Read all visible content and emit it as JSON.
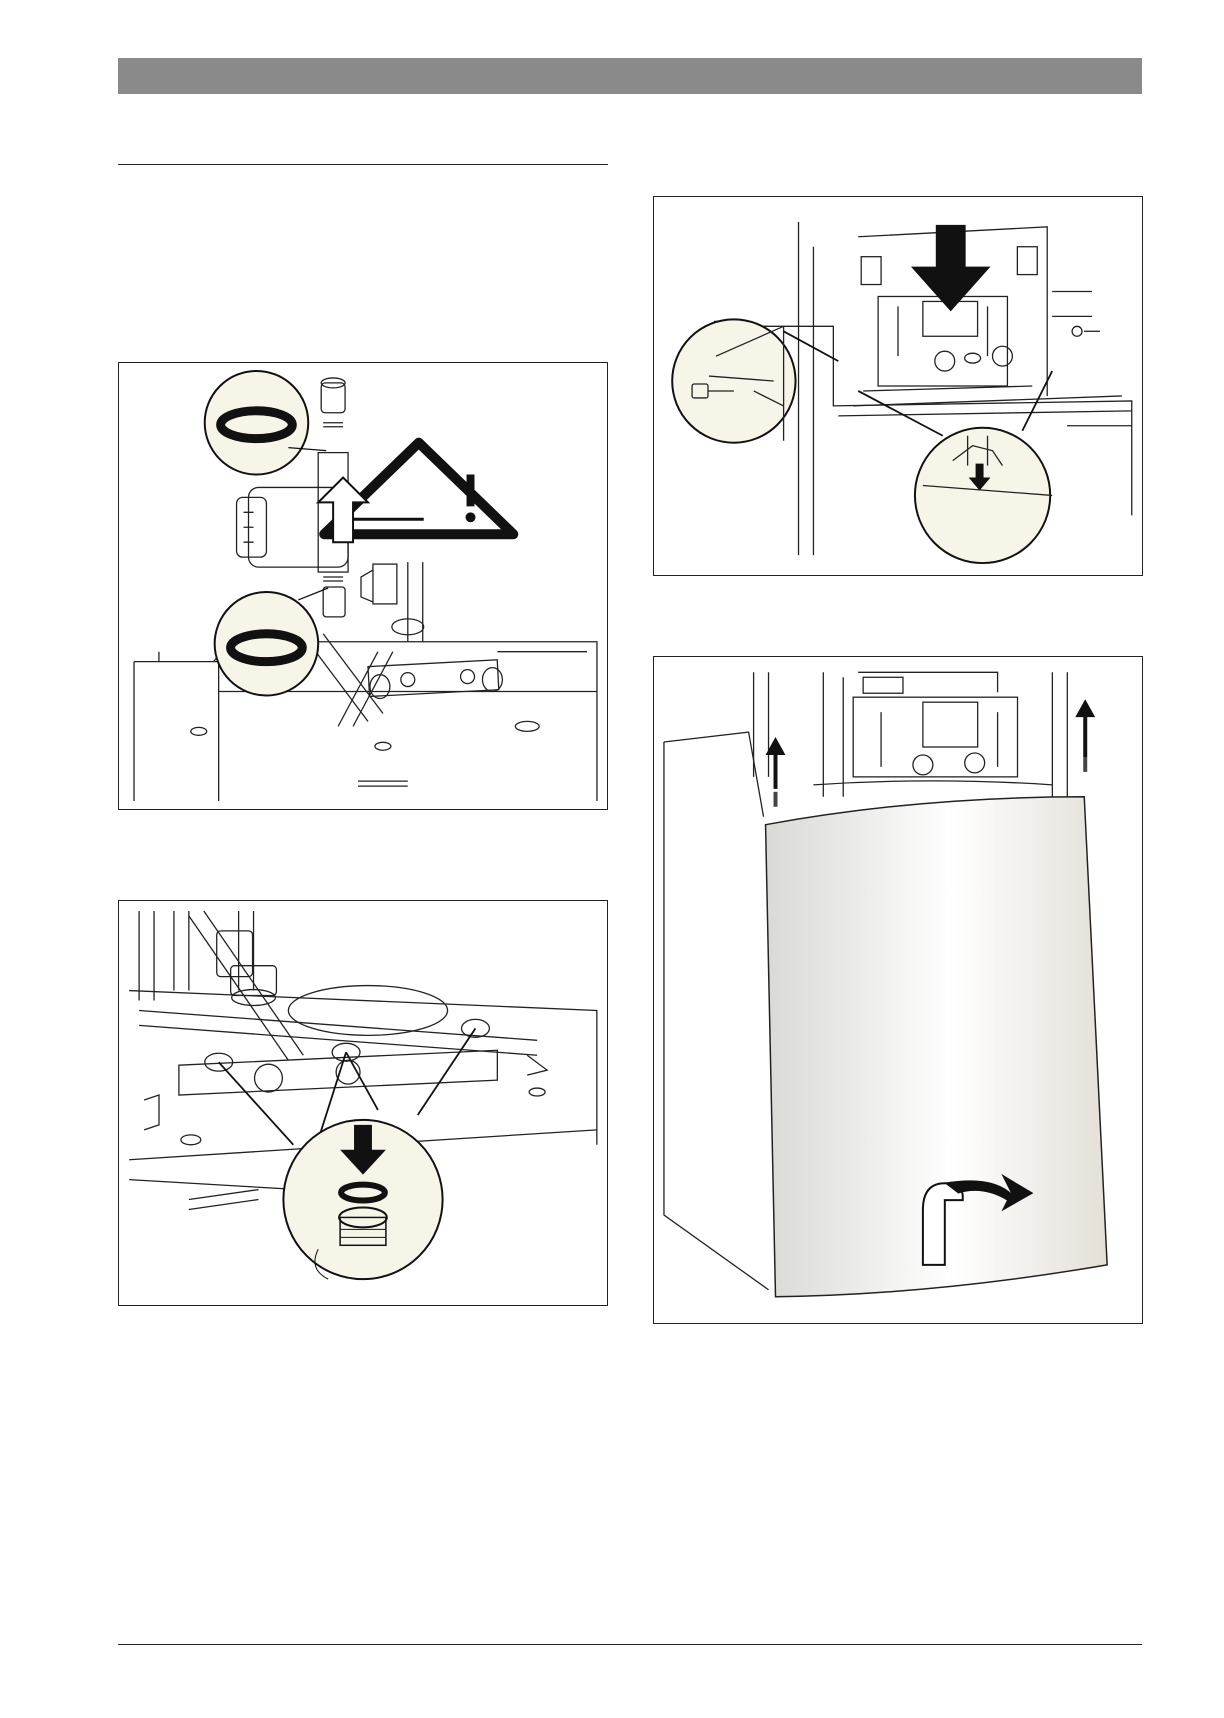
{
  "page": {
    "header_bar_color": "#8a8a8a",
    "rule_color": "#222222"
  },
  "figures": [
    {
      "id": "fig1",
      "subject": "pump-with-seals-and-warning",
      "icons": [
        "seal-ring-icon",
        "warning-triangle-icon",
        "up-arrow-icon"
      ]
    },
    {
      "id": "fig2",
      "subject": "seals-on-connection-fittings",
      "icons": [
        "seal-ring-icon",
        "down-arrow-icon"
      ]
    },
    {
      "id": "fig3",
      "subject": "control-panel-slide-down-and-screws",
      "icons": [
        "down-arrow-icon",
        "screw-icon"
      ]
    },
    {
      "id": "fig4",
      "subject": "front-casing-removal",
      "icons": [
        "up-arrow-icon",
        "curved-arrow-icon"
      ]
    }
  ]
}
